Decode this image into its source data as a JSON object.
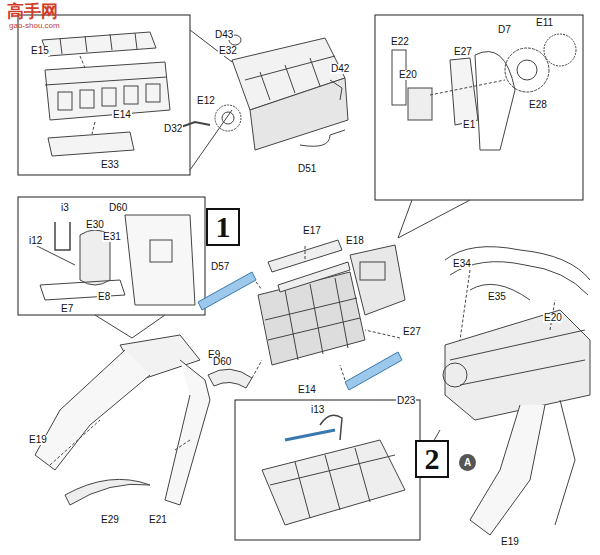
{
  "diagram": {
    "nodes": [
      {
        "text": [
          "1"
        ]
      },
      {
        "text": [
          "2"
        ]
      },
      {
        "text": [
          "A"
        ]
      }
    ],
    "labels": [
      "高手网",
      "gao-shou.com",
      "E15",
      "E14",
      "E33",
      "D43",
      "E32",
      "D42",
      "E12",
      "D32",
      "D51",
      "E22",
      "D7",
      "E11",
      "E27",
      "E20",
      "E28",
      "E1",
      "i3",
      "D60",
      "E30",
      "E31",
      "i12",
      "E8",
      "E7",
      "E17",
      "E18",
      "D57",
      "E9",
      "E27",
      "E14",
      "D23",
      "D60",
      "E19",
      "E29",
      "E21",
      "E34",
      "E35",
      "E20",
      "E19",
      "i13"
    ]
  }
}
